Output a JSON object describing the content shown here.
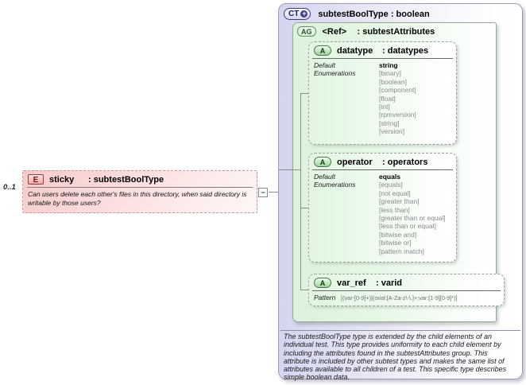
{
  "icons": {
    "plus": "+",
    "minus": "−"
  },
  "colors": {
    "element_pink": "#f8c9c9",
    "complex_type_lavender": "#d5d5f0",
    "group_green": "#dbf2db",
    "enum_gray": "#8a8a8a"
  },
  "element": {
    "cardinality": "0..1",
    "badge": "E",
    "name": "sticky",
    "type": ": subtestBoolType",
    "annotation": "Can users delete each other's files in this directory, when said directory is writable by those users?"
  },
  "complex_type": {
    "badge": "CT",
    "title": "subtestBoolType : boolean",
    "documentation": "The subtestBoolType type is extended by the child elements of an individual test.  This type provides uniformity to each child element by including the attributes found in the subtestAttributes group.  This attribute is included by other subtest types and makes the same list of attributes available to all children of a test.  This specific type describes simple boolean data."
  },
  "attribute_group": {
    "badge": "AG",
    "name": "<Ref>",
    "type": ": subtestAttributes",
    "attributes": [
      {
        "badge": "A",
        "name": "datatype",
        "type": ": datatypes",
        "default_label": "Default",
        "default_value": "string",
        "enumerations_label": "Enumerations",
        "enumerations": [
          "[binary]",
          "[boolean]",
          "[component]",
          "[float]",
          "[int]",
          "[rpmversion]",
          "[string]",
          "[version]"
        ]
      },
      {
        "badge": "A",
        "name": "operator",
        "type": ": operators",
        "default_label": "Default",
        "default_value": "equals",
        "enumerations_label": "Enumerations",
        "enumerations": [
          "[equals]",
          "[not equal]",
          "[greater than]",
          "[less than]",
          "[greater than or equal]",
          "[less than or equal]",
          "[bitwise and]",
          "[bitwise or]",
          "[pattern match]"
        ]
      },
      {
        "badge": "A",
        "name": "var_ref",
        "type": ": varid",
        "pattern_label": "Pattern",
        "pattern_value": "[(var-[0-9]+)|(oval:[A-Za-z\\-\\.]+:var:[1-9][0-9]*)]"
      }
    ]
  }
}
